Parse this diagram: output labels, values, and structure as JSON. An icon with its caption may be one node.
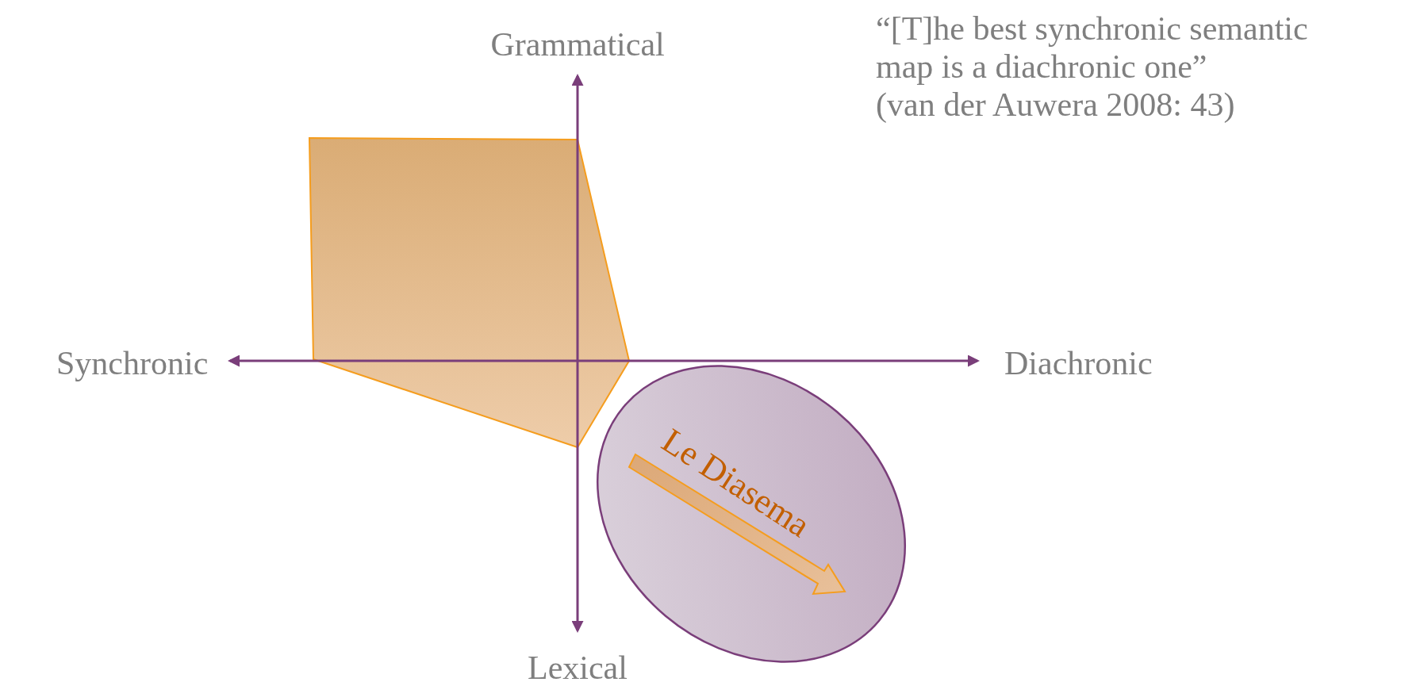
{
  "diagram": {
    "nodes": [
      {
        "text": [],
        "shape": "polygon"
      },
      {
        "text": [
          "Le Diasema"
        ]
      }
    ],
    "labels": [
      "“[T]he best synchronic semantic map is a diachronic one”",
      "(van der Auwera 2008: 43)",
      "Grammatical",
      "Synchronic",
      "Diachronic",
      "Lexical"
    ]
  }
}
